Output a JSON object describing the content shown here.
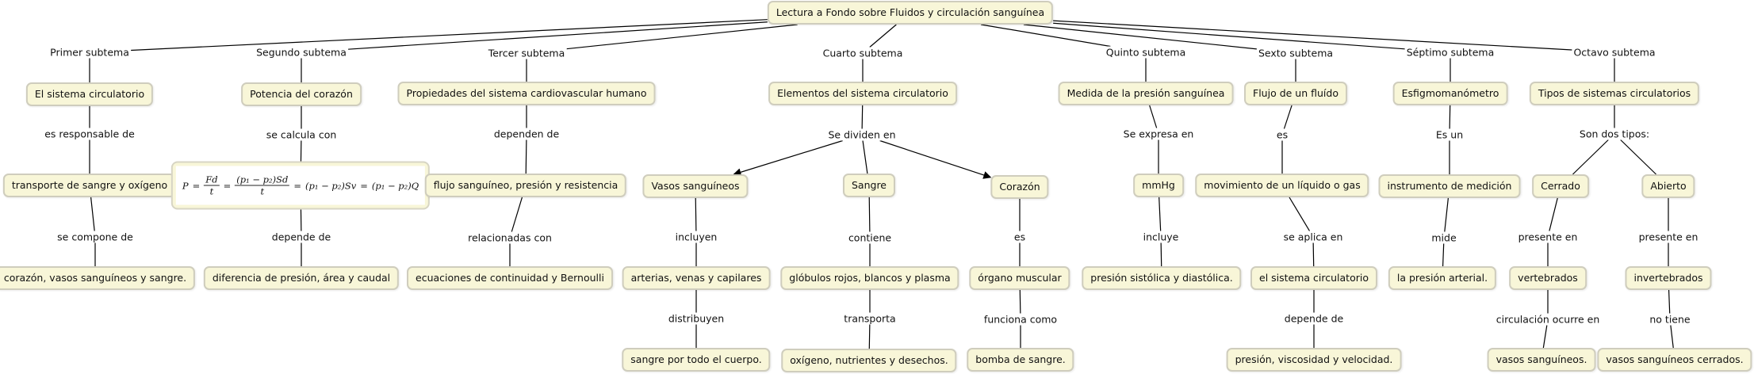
{
  "diagram": {
    "type": "concept-map",
    "root": {
      "label": "Lectura a Fondo sobre Fluidos y circulación sanguínea"
    },
    "subtopic_links": [
      "Primer subtema",
      "Segundo subtema",
      "Tercer subtema",
      "Cuarto subtema",
      "Quinto subtema",
      "Sexto subtema",
      "Séptimo subtema",
      "Octavo subtema"
    ],
    "branches": {
      "b1": {
        "concept": "El sistema circulatorio",
        "link1": "es responsable de",
        "node2": "transporte de sangre y oxígeno",
        "link2": "se compone de",
        "node3": "corazón, vasos sanguíneos y sangre."
      },
      "b2": {
        "concept": "Potencia del corazón",
        "link1": "se calcula con",
        "formula": {
          "lhs": "P",
          "frac1_num": "Fd",
          "frac1_den": "t",
          "frac2_num": "(p₁ − p₂)Sd",
          "frac2_den": "t",
          "term3": "(p₁ − p₂)Sv",
          "term4": "(p₁ − p₂)Q",
          "eq": "="
        },
        "link2": "depende de",
        "node3": "diferencia de presión, área y caudal"
      },
      "b3": {
        "concept": "Propiedades del sistema cardiovascular humano",
        "link1": "dependen de",
        "node2": "flujo sanguíneo, presión y resistencia",
        "link2": "relacionadas con",
        "node3": "ecuaciones de continuidad y Bernoulli"
      },
      "b4": {
        "concept": "Elementos del sistema circulatorio",
        "link1": "Se dividen en",
        "children": {
          "vasos": {
            "label": "Vasos sanguíneos",
            "link1": "incluyen",
            "node2": "arterias, venas y capilares",
            "link2": "distribuyen",
            "node3": "sangre por todo el cuerpo."
          },
          "sangre": {
            "label": "Sangre",
            "link1": "contiene",
            "node2": "glóbulos rojos, blancos y plasma",
            "link2": "transporta",
            "node3": "oxígeno, nutrientes y desechos."
          },
          "corazon": {
            "label": "Corazón",
            "link1": "es",
            "node2": "órgano muscular",
            "link2": "funciona como",
            "node3": "bomba de sangre."
          }
        }
      },
      "b5": {
        "concept": "Medida de la presión sanguínea",
        "link1": "Se expresa en",
        "node2": "mmHg",
        "link2": "incluye",
        "node3": "presión sistólica y diastólica."
      },
      "b6": {
        "concept": "Flujo de un fluído",
        "link1": "es",
        "node2": "movimiento de un líquido o gas",
        "link2": "se aplica en",
        "node3": "el sistema circulatorio",
        "link3": "depende de",
        "node4": "presión, viscosidad y velocidad."
      },
      "b7": {
        "concept": "Esfigmomanómetro",
        "link1": "Es un",
        "node2": "instrumento de medición",
        "link2": "mide",
        "node3": "la presión arterial."
      },
      "b8": {
        "concept": "Tipos de sistemas circulatorios",
        "link1": "Son dos tipos:",
        "children": {
          "cerrado": {
            "label": "Cerrado",
            "link1": "presente en",
            "node2": "vertebrados",
            "link2": "circulación ocurre en",
            "node3": "vasos sanguíneos."
          },
          "abierto": {
            "label": "Abierto",
            "link1": "presente en",
            "node2": "invertebrados",
            "link2": "no tiene",
            "node3": "vasos sanguíneos cerrados."
          }
        }
      }
    },
    "colors": {
      "node_fill": "#f8f6d8",
      "node_border": "#cfcdbd",
      "line": "#000000",
      "background": "#ffffff"
    }
  }
}
